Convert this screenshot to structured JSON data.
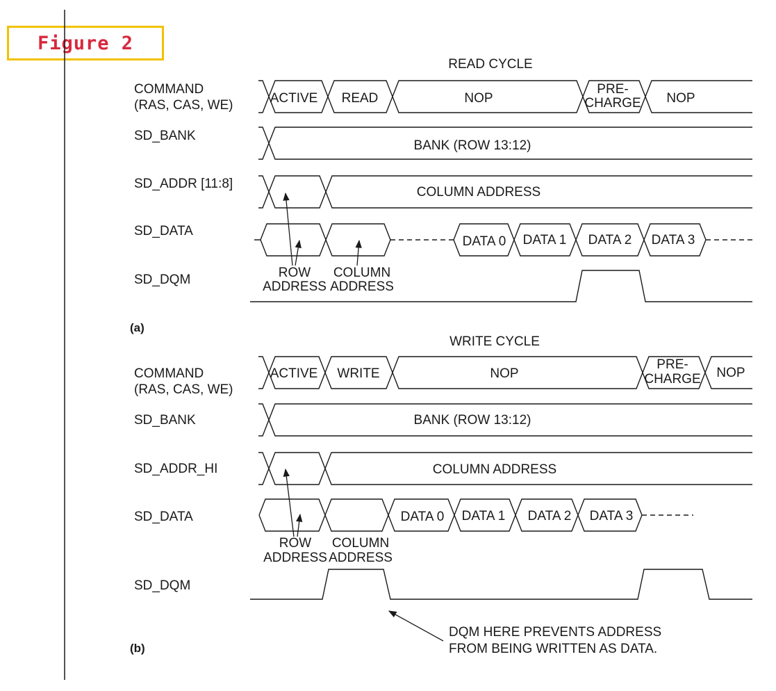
{
  "figure_label": "Figure 2",
  "part_a": {
    "title": "READ CYCLE",
    "panel_label": "(a)",
    "signals": {
      "command_line1": "COMMAND",
      "command_line2": "(RAS, CAS, WE)",
      "bank": "SD_BANK",
      "addr": "SD_ADDR [11:8]",
      "data": "SD_DATA",
      "dqm": "SD_DQM"
    },
    "command_segments": [
      "ACTIVE",
      "READ",
      "NOP",
      "PRE-",
      "CHARGE",
      "NOP"
    ],
    "bank_value": "BANK (ROW 13:12)",
    "addr_value": "COLUMN ADDRESS",
    "data_words": [
      "DATA 0",
      "DATA 1",
      "DATA 2",
      "DATA 3"
    ],
    "annotations": [
      "ROW",
      "ADDRESS",
      "COLUMN",
      "ADDRESS"
    ]
  },
  "part_b": {
    "title": "WRITE CYCLE",
    "panel_label": "(b)",
    "signals": {
      "command_line1": "COMMAND",
      "command_line2": "(RAS, CAS, WE)",
      "bank": "SD_BANK",
      "addr": "SD_ADDR_HI",
      "data": "SD_DATA",
      "dqm": "SD_DQM"
    },
    "command_segments": [
      "ACTIVE",
      "WRITE",
      "NOP",
      "PRE-",
      "CHARGE",
      "NOP"
    ],
    "bank_value": "BANK (ROW 13:12)",
    "addr_value": "COLUMN ADDRESS",
    "data_words": [
      "DATA 0",
      "DATA 1",
      "DATA 2",
      "DATA 3"
    ],
    "annotations": [
      "ROW",
      "ADDRESS",
      "COLUMN",
      "ADDRESS"
    ],
    "note_line1": "DQM HERE PREVENTS ADDRESS",
    "note_line2": "FROM BEING WRITTEN AS DATA."
  },
  "colors": {
    "badge_border": "#f2c200",
    "badge_text": "#d8283d",
    "ink": "#1a1a1a"
  }
}
